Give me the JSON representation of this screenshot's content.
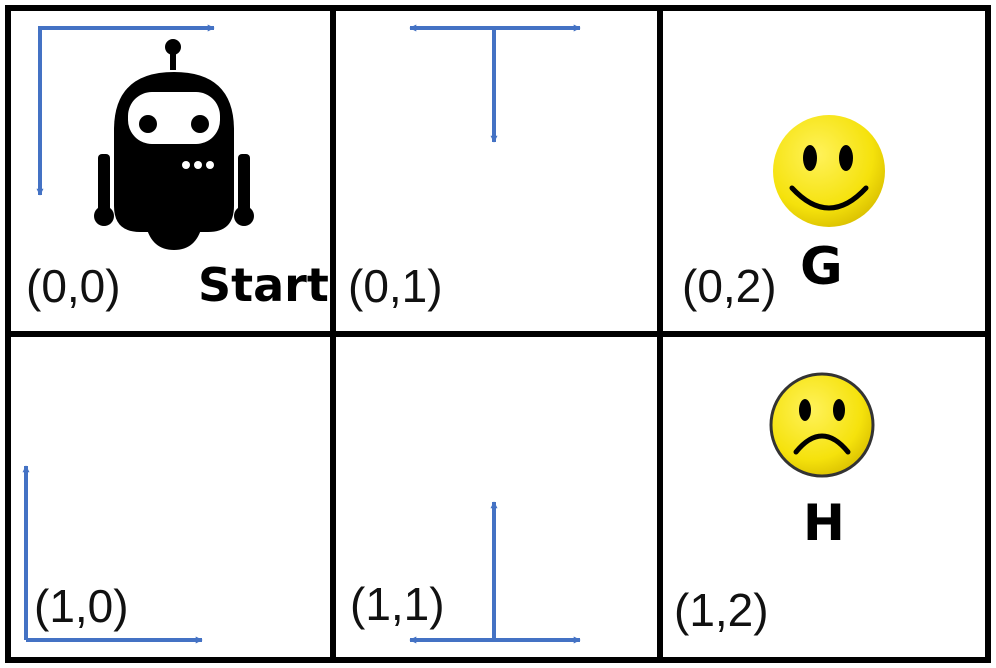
{
  "grid": {
    "rows": 2,
    "cols": 3,
    "border_color": "#000000",
    "cells": [
      {
        "row": 0,
        "col": 0,
        "coord": "(0,0)",
        "label": "Start",
        "content": "robot-icon",
        "arrows": [
          "right",
          "down"
        ]
      },
      {
        "row": 0,
        "col": 1,
        "coord": "(0,1)",
        "label": "",
        "content": "",
        "arrows": [
          "left",
          "right",
          "down"
        ]
      },
      {
        "row": 0,
        "col": 2,
        "coord": "(0,2)",
        "label": "G",
        "content": "happy-face-icon",
        "arrows": []
      },
      {
        "row": 1,
        "col": 0,
        "coord": "(1,0)",
        "label": "",
        "content": "",
        "arrows": [
          "up",
          "right"
        ]
      },
      {
        "row": 1,
        "col": 1,
        "coord": "(1,1)",
        "label": "",
        "content": "",
        "arrows": [
          "up",
          "left",
          "right"
        ]
      },
      {
        "row": 1,
        "col": 2,
        "coord": "(1,2)",
        "label": "H",
        "content": "sad-face-icon",
        "arrows": []
      }
    ]
  },
  "colors": {
    "arrow": "#4472C4",
    "face": "#F5E20C",
    "robot": "#000000"
  }
}
